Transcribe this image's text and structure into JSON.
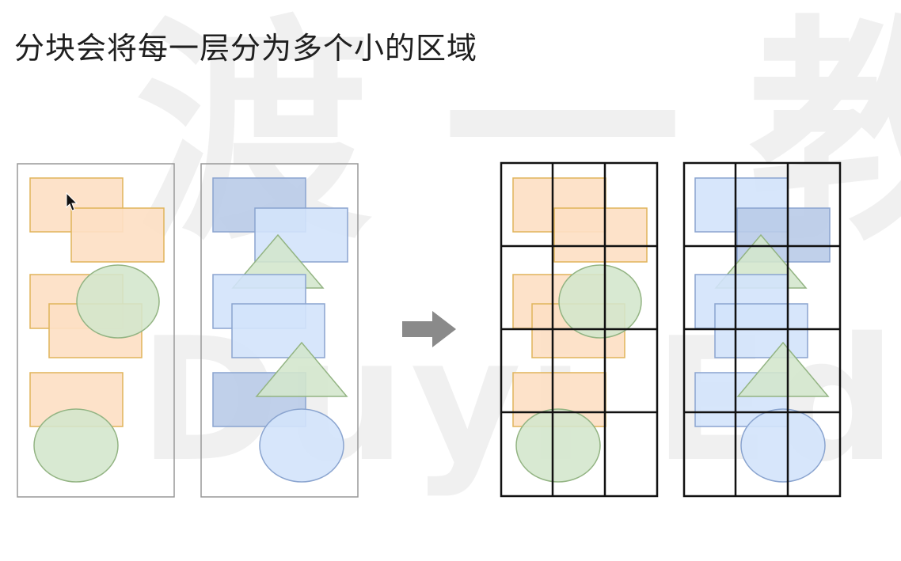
{
  "title": "分块会将每一层分为多个小的区域",
  "watermark": {
    "chars": [
      "渡",
      "一",
      "教"
    ],
    "latin": "Duyi Educ"
  },
  "colors": {
    "orange_fill": "#fde0c4",
    "orange_stroke": "#e0b45a",
    "green_fill": "#d3e6cc",
    "green_stroke": "#93b483",
    "blue_fill": "#d3e3fb",
    "blue_stroke": "#8aa4cf",
    "arrow": "#8a8a8a",
    "grid": "#111111",
    "panel_border": "#999999"
  },
  "icons": {
    "arrow": "arrow-right-icon",
    "cursor": "mouse-cursor-icon"
  }
}
